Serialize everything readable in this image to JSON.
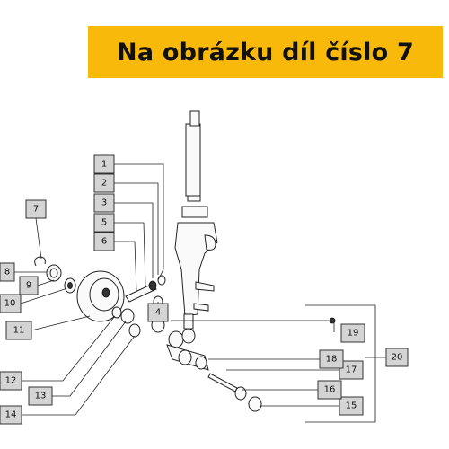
{
  "banner": {
    "text": "Na obrázku díl číslo 7"
  },
  "callouts": [
    "1",
    "2",
    "3",
    "4",
    "5",
    "6",
    "7",
    "8",
    "9",
    "10",
    "11",
    "12",
    "13",
    "14",
    "15",
    "16",
    "17",
    "18",
    "19",
    "20"
  ]
}
